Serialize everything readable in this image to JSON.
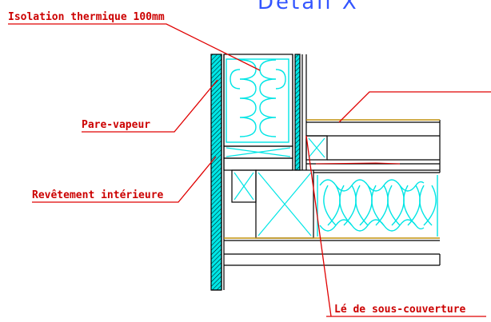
{
  "title": "Détail X",
  "labels": {
    "isolation": "Isolation thermique 100mm",
    "pare_vapeur": "Pare-vapeur",
    "revetement": "Revêtement intérieure",
    "le_sous_couverture": "Lé de sous-couverture"
  },
  "colors": {
    "background": "#ffffff",
    "leader": "#e00000",
    "label_text": "#cc0000",
    "insulation": "#00e5e5",
    "outline": "#000000",
    "title": "#3355ff",
    "membrane": "#d9a000"
  }
}
